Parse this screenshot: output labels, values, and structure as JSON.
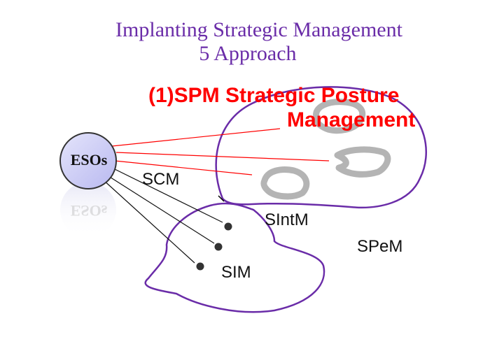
{
  "title": {
    "line1": "Implanting Strategic Management",
    "line2": "5 Approach"
  },
  "heading": {
    "spm": "(1)SPM Strategic Posture",
    "management": "Management"
  },
  "nodes": {
    "esos": "ESOs",
    "scm": "SCM",
    "sintm": "SIntM",
    "spem": "SPeM",
    "sim": "SIM"
  },
  "colors": {
    "title": "#6a2ca8",
    "heading": "#ff0000",
    "outline": "#6a2ca8",
    "red_lines": "#ff0000",
    "esos_fill": "#ccccf5"
  }
}
